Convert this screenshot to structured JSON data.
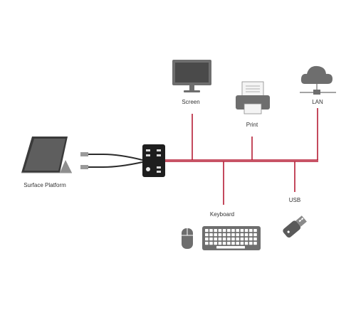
{
  "labels": {
    "screen": "Screen",
    "print": "Print",
    "lan": "LAN",
    "surface": "Surface Platform",
    "keyboard": "Keyboard",
    "usb": "USB"
  },
  "colors": {
    "bus_line": "#b51c34",
    "device_dark": "#2b2b2b",
    "icon_grey": "#6e6e6e",
    "background": "#ffffff"
  },
  "icons": [
    "monitor-icon",
    "printer-icon",
    "cloud-network-icon",
    "tablet-icon",
    "usb-hub-icon",
    "mouse-icon",
    "keyboard-icon",
    "usb-stick-icon"
  ]
}
